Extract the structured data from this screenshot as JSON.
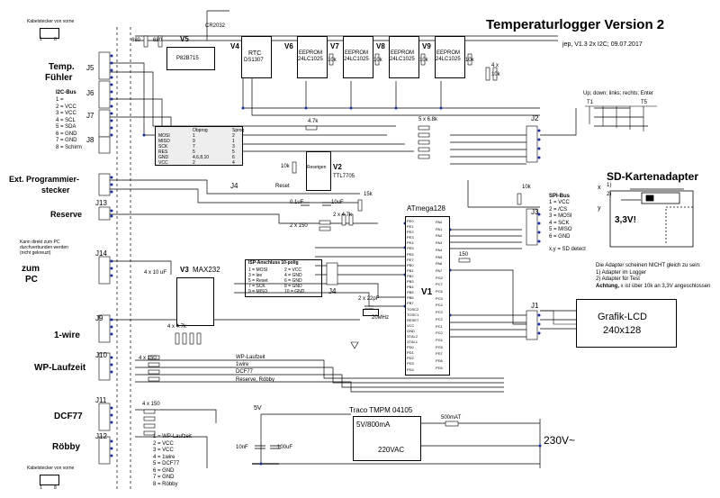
{
  "header": {
    "title": "Temperaturlogger Version 2",
    "subtitle": "jep, V1.3 2x I2C; 09.07.2017"
  },
  "connectors": {
    "cable_top": "Kabelstecker von vorne",
    "cable_bottom": "Kabelstecker von vorne",
    "pin_1": "1",
    "pin_8": "8",
    "j5": "J5",
    "j6": "J6",
    "j7": "J7",
    "j8": "J8",
    "j4": "J4",
    "j13": "J13",
    "j14": "J14",
    "j9": "J9",
    "j10": "J10",
    "j11": "J11",
    "j12": "J12",
    "j2": "J2",
    "j3": "J3",
    "j1": "J1"
  },
  "left_labels": {
    "temp": "Temp.",
    "fuehler": "Fühler",
    "ext_prog": "Ext. Programmier-",
    "stecker": "stecker",
    "reserve": "Reserve",
    "zum": "zum",
    "pc": "PC",
    "onewire": "1-wire",
    "wp": "WP-Laufzeit",
    "dcf77": "DCF77",
    "robby": "Röbby"
  },
  "i2c_bus": {
    "title": "I2C-Bus",
    "lines": [
      "1 =",
      "2 = VCC",
      "3 = VCC",
      "4 = SCL",
      "5 = SDA",
      "6 = GND",
      "7 = GND",
      "8 = Schirm"
    ]
  },
  "pc_note": [
    "Kann direkt zum PC",
    "durchverbunden werden",
    "(nicht gekreuzt)"
  ],
  "chips": {
    "v5": "V5",
    "v5_part": "P82B715",
    "v4": "V4",
    "v4_name": "RTC",
    "v4_part": "DS1307",
    "v6": "V6",
    "v7": "V7",
    "v8": "V8",
    "v9": "V9",
    "eeprom": "EEPROM",
    "eeprom_part": "24LC1025",
    "v2": "V2",
    "v2_part": "TTL7705",
    "resetgen": "Resetgen",
    "v1": "V1",
    "v1_part": "ATmega128",
    "v3": "V3",
    "v3_part": "MAX232",
    "traco": "Traco TMPM 04105",
    "traco_out": "5V/800mA",
    "traco_in": "220VAC",
    "lcd_title": "Grafik-LCD",
    "lcd_size": "240x128"
  },
  "components": {
    "cr2032": "CR2032",
    "r680a": "680",
    "r680b": "680",
    "r10k_list": [
      "10k",
      "10k",
      "10k",
      "10k",
      "10k"
    ],
    "r4k": "4 x",
    "r4k_val": "10k",
    "r47k": "4.7k",
    "r10k_v2": "10k",
    "reset": "Reset",
    "c01": "0.1uF",
    "c10u": "10uF",
    "r15k": "15k",
    "r5x68": "5 x 6.8k",
    "r2x150": "2 x 150",
    "r2x47k": "2 x 4.7k",
    "r150": "150",
    "r4x10uf": "4 x 10 uF",
    "r2x22pf": "2 x 22pF",
    "xtal": "20MHz",
    "r4x47k": "4 x 4.7k",
    "r4x150a": "4 x 150",
    "r4x150b": "4 x 150",
    "vcc5": "5V",
    "c10n": "10nF",
    "c100u": "100uF",
    "fuse": "500mAT",
    "mains": "230V~",
    "x10k": "10k"
  },
  "isp": {
    "title": "ISP-Anschluss 10-polig",
    "left": [
      "1 = MOSI",
      "3 = lee",
      "5 = Reset",
      "7 = SCK",
      "9 = MISO"
    ],
    "right": [
      "2 = VCC",
      "4 = GND",
      "6 = GND",
      "8 = GND",
      "10 = GND"
    ]
  },
  "prog_table": {
    "head": [
      "",
      "Obprog",
      "Sprog"
    ],
    "rows": [
      [
        "MOSI",
        "1",
        "2"
      ],
      [
        "MISO",
        "9",
        "1"
      ],
      [
        "SCK",
        "7",
        "3"
      ],
      [
        "RES",
        "5",
        "5"
      ],
      [
        "GND",
        "4,6,8,10",
        "6"
      ],
      [
        "VCC",
        "2",
        "4"
      ]
    ]
  },
  "spi_bus": {
    "title": "SPI-Bus",
    "lines": [
      "1 = VCC",
      "2 = /CS",
      "3 = MOSI",
      "4 = SCK",
      "5 = MISO",
      "6 = GND"
    ],
    "detect": "x,y = SD detect"
  },
  "buttons": {
    "title": "Up; down; links; rechts; Enter",
    "t1": "T1",
    "t5": "T5"
  },
  "sd": {
    "title": "SD-Kartenadapter",
    "warn": "3,3V!",
    "x": "x",
    "y": "y",
    "n1": "1)",
    "n2": "2)",
    "note1": "Die Adapter scheinen NICHT gleich zu sein:",
    "note2": "1) Adapter im Logger",
    "note3": "2) Adapter für Test",
    "note4_b": "Achtung,",
    "note4": " x ist über 10k an 3,3V angeschlossen"
  },
  "wires": {
    "wp": "WP-Laufzeit",
    "twire": "1wire",
    "dcf": "DCF77",
    "res": "Reserve, Röbby"
  },
  "bottom_list": [
    "1 = WP-Laufzeit",
    "2 = VCC",
    "3 = VCC",
    "4 = 1wire",
    "5 = DCF77",
    "6 = GND",
    "7 = GND",
    "8 = Röbby"
  ],
  "mcu_pins_left": [
    "PE0",
    "PE1",
    "PE2",
    "PE3",
    "PE4",
    "PE5",
    "PE6",
    "PE7",
    "PB0",
    "PB1",
    "PB2",
    "PB3",
    "PB4",
    "PB5",
    "PB6",
    "PB7",
    "TOSC2",
    "TOSC1",
    "RESET",
    "VCC",
    "GND",
    "XTAL2",
    "XTAL1",
    "PD0",
    "PD1",
    "PD2",
    "PD3",
    "PD4"
  ],
  "mcu_pins_right": [
    "PA0",
    "PA1",
    "PA2",
    "PA3",
    "PA4",
    "PA5",
    "PA6",
    "PA7",
    "PG2",
    "PC7",
    "PC6",
    "PC5",
    "PC4",
    "PC3",
    "PC2",
    "PC1",
    "PC0",
    "PG1",
    "PG0",
    "PD7",
    "PD6",
    "PD5"
  ]
}
